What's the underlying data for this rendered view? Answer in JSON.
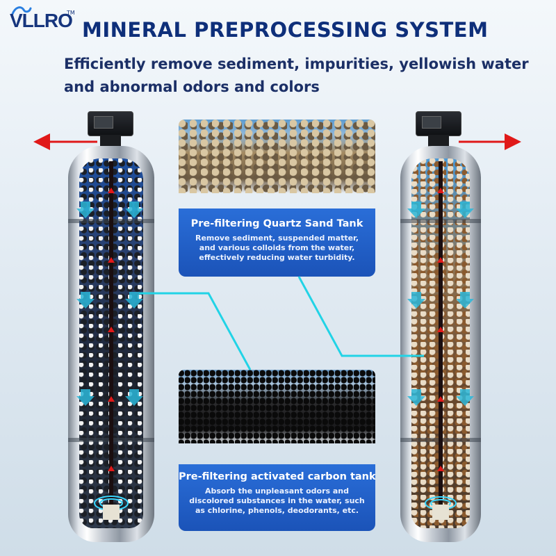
{
  "brand": {
    "logo_text": "VLLRO",
    "trademark": "TM"
  },
  "header": {
    "title": "MINERAL PREPROCESSING SYSTEM",
    "subtitle": "Efficiently remove sediment, impurities, yellowish water and abnormal odors and colors"
  },
  "cards": [
    {
      "title": "Pre-filtering Quartz Sand Tank",
      "body": "Remove sediment, suspended matter, and various colloids from the water, effectively reducing water turbidity."
    },
    {
      "title": "Pre-filtering activated carbon tank",
      "body": "Absorb the unpleasant odors and discolored substances in the water, such as chlorine, phenols, deodorants, etc."
    }
  ],
  "colors": {
    "title": "#0e2f7a",
    "card_bg": "#1b53b8",
    "flow_arrow": "#e01919",
    "downflow_arrow": "#2bb7d9",
    "connector_line": "#22d3e6"
  }
}
